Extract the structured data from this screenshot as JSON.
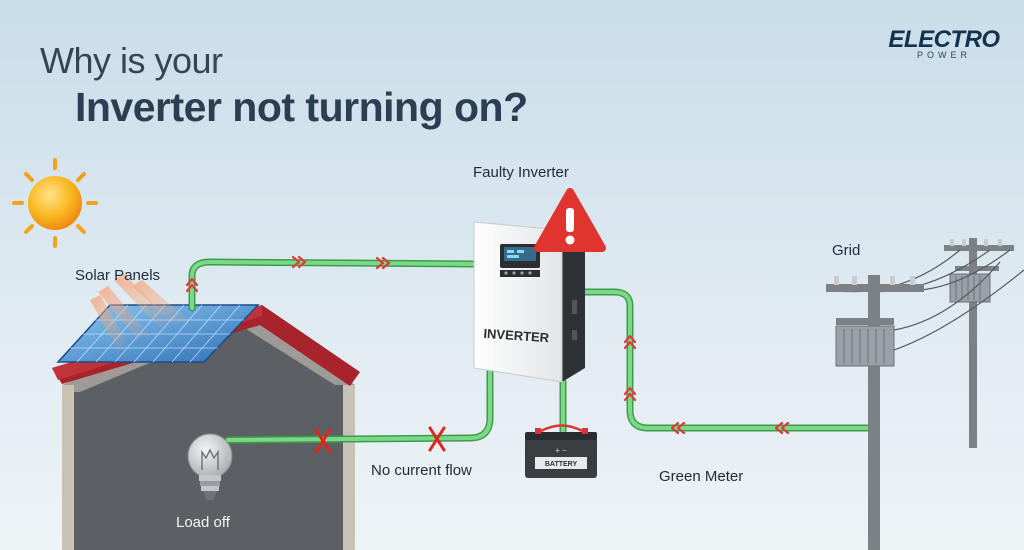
{
  "title": {
    "line1": "Why is your",
    "line2": "Inverter not turning on?"
  },
  "brand": {
    "name": "ELECTRO",
    "sub": "POWER"
  },
  "labels": {
    "solar_panels": "Solar Panels",
    "faulty_inverter": "Faulty Inverter",
    "grid": "Grid",
    "no_current_flow": "No current flow",
    "load_off": "Load off",
    "green_meter": "Green Meter"
  },
  "device": {
    "inverter_text": "INVERTER",
    "battery_text": "BATTERY",
    "battery_terminals": "+   −"
  },
  "colors": {
    "wire": "#6cd07a",
    "arrow": "#e03b3b",
    "warning": "#e0352f",
    "roof": "#a8232b",
    "house": "#5d6165",
    "sun": "#f7b21e"
  }
}
